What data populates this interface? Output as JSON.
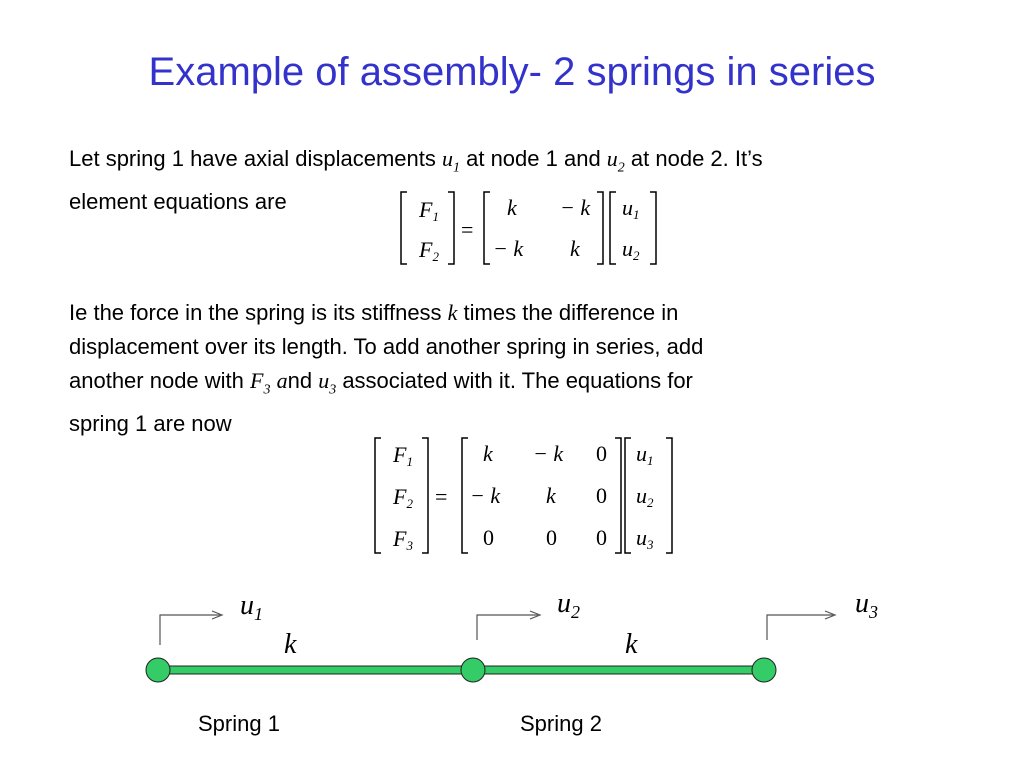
{
  "title": "Example of assembly- 2 springs in series",
  "para1": {
    "t1": "Let spring 1 have axial displacements ",
    "u1_base": "u",
    "u1_sub": "1",
    "t2": " at node 1 and ",
    "u2_base": "u",
    "u2_sub": "2",
    "t3": " at node 2.  It’s",
    "line2": "element equations are"
  },
  "eq1": {
    "lhs": [
      [
        "F",
        "1"
      ],
      [
        "F",
        "2"
      ]
    ],
    "eq": "=",
    "matrix": [
      [
        "k",
        "− k"
      ],
      [
        "− k",
        "k"
      ]
    ],
    "rhs": [
      [
        "u",
        "1"
      ],
      [
        "u",
        "2"
      ]
    ]
  },
  "para2": {
    "line1_a": "Ie the force in the spring is its stiffness ",
    "line1_k": "k",
    "line1_b": " times the difference in",
    "line2": "displacement over its length.  To add another spring in series, add",
    "line3_a": "another node with ",
    "f3_base": "F",
    "f3_sub": "3",
    "line3_b": " ",
    "line3_a_it": "a",
    "line3_nd": "nd ",
    "u3_base": "u",
    "u3_sub": "3",
    "line3_c": " associated with it.  The equations for",
    "line4": "spring 1 are now"
  },
  "eq2": {
    "lhs": [
      [
        "F",
        "1"
      ],
      [
        "F",
        "2"
      ],
      [
        "F",
        "3"
      ]
    ],
    "eq": "=",
    "matrix": [
      [
        "k",
        "− k",
        "0"
      ],
      [
        "− k",
        "k",
        "0"
      ],
      [
        "0",
        "0",
        "0"
      ]
    ],
    "rhs": [
      [
        "u",
        "1"
      ],
      [
        "u",
        "2"
      ],
      [
        "u",
        "3"
      ]
    ]
  },
  "diagram": {
    "arrow_labels": [
      [
        "u",
        "1"
      ],
      [
        "u",
        "2"
      ],
      [
        "u",
        "3"
      ]
    ],
    "stiffness_labels": [
      "k",
      "k"
    ],
    "spring_names": [
      "Spring 1",
      "Spring 2"
    ],
    "colors": {
      "node": "#33cc66",
      "rod": "#33cc66",
      "title": "#3333cc"
    }
  }
}
